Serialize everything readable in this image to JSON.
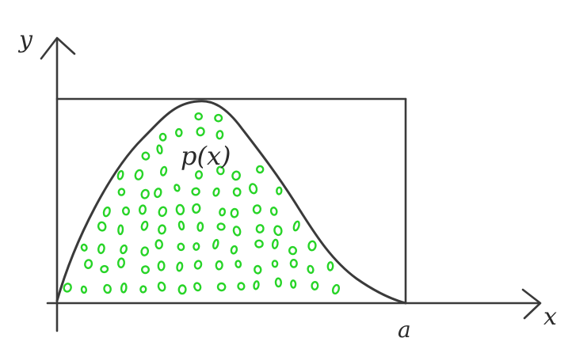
{
  "labels": {
    "y_axis": "y",
    "x_axis": "x",
    "curve": "p(x)",
    "x_end": "a"
  },
  "colors": {
    "ink": "#3a3a3a",
    "dots": "#27d427",
    "background": "#ffffff"
  }
}
